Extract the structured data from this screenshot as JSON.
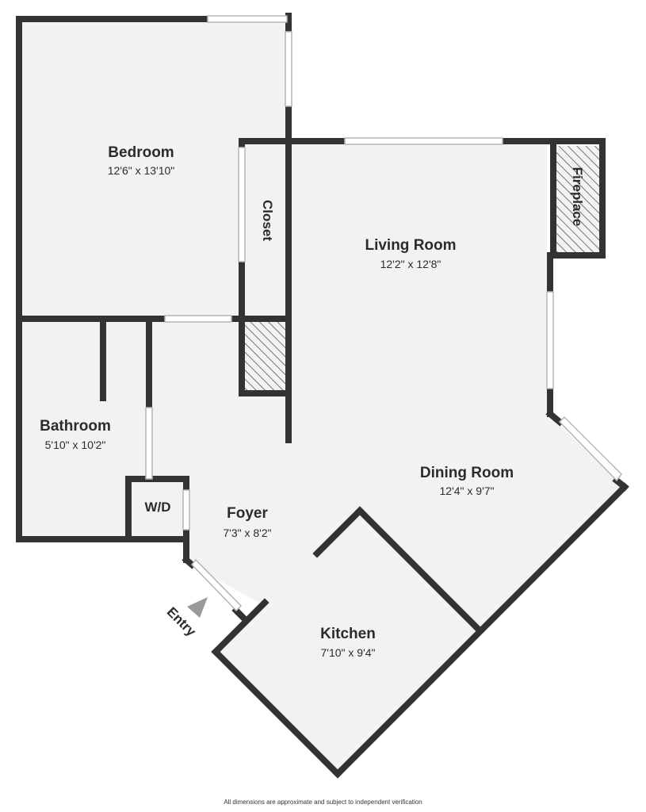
{
  "colors": {
    "floor": "#f2f2f2",
    "wall": "#333333",
    "window": "#ffffff",
    "window_frame": "#b5b5b5",
    "hatch": "#555555"
  },
  "rooms": {
    "bedroom": {
      "name": "Bedroom",
      "dims": "12'6\" x 13'10\""
    },
    "closet": {
      "name": "Closet"
    },
    "living_room": {
      "name": "Living Room",
      "dims": "12'2\" x 12'8\""
    },
    "fireplace": {
      "name": "Fireplace"
    },
    "bathroom": {
      "name": "Bathroom",
      "dims": "5'10\" x 10'2\""
    },
    "wd": {
      "name": "W/D"
    },
    "foyer": {
      "name": "Foyer",
      "dims": "7'3\" x 8'2\""
    },
    "dining_room": {
      "name": "Dining Room",
      "dims": "12'4\" x 9'7\""
    },
    "kitchen": {
      "name": "Kitchen",
      "dims": "7'10\" x 9'4\""
    }
  },
  "entry": {
    "label": "Entry",
    "icon": "entry-arrow-icon"
  },
  "disclaimer": "All dimensions are approximate and subject to independent verification"
}
